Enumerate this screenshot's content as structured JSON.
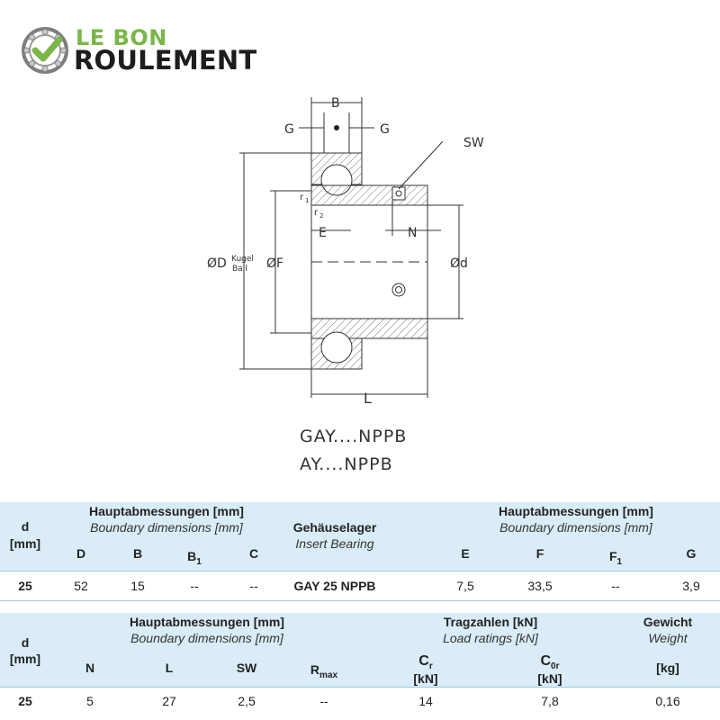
{
  "brand": {
    "line1": "LE BON",
    "line2": "ROULEMENT",
    "icon": "bearing-check-icon",
    "color_green": "#7ab648",
    "color_dark": "#1d1d1b"
  },
  "drawing": {
    "labels": {
      "B": "B",
      "G_left": "G",
      "G_right": "G",
      "SW": "SW",
      "r1": "r",
      "r1_sub": "1",
      "r2": "r",
      "r2_sub": "2",
      "E": "E",
      "N": "N",
      "D": "ØD",
      "kugel": "Kugel",
      "ball": "Ball",
      "F": "ØF",
      "d": "Ød",
      "L": "L"
    },
    "model_line1": "GAY....NPPB",
    "model_line2": "AY....NPPB"
  },
  "table1": {
    "d_label": "d",
    "d_unit": "[mm]",
    "group_left_de": "Hauptabmessungen [mm]",
    "group_left_en": "Boundary dimensions [mm]",
    "insert_de": "Gehäuselager",
    "insert_en": "Insert Bearing",
    "group_right_de": "Hauptabmessungen [mm]",
    "group_right_en": "Boundary dimensions [mm]",
    "cols_left": [
      "D",
      "B",
      "B",
      "C"
    ],
    "b1_sub": "1",
    "cols_right": [
      "E",
      "F",
      "F",
      "G"
    ],
    "f1_sub": "1",
    "row": {
      "d": "25",
      "D": "52",
      "B": "15",
      "B1": "--",
      "C": "--",
      "insert": "GAY 25 NPPB",
      "E": "7,5",
      "F": "33,5",
      "F1": "--",
      "G": "3,9"
    }
  },
  "table2": {
    "d_label": "d",
    "d_unit": "[mm]",
    "group_left_de": "Hauptabmessungen [mm]",
    "group_left_en": "Boundary dimensions [mm]",
    "load_de": "Tragzahlen [kN]",
    "load_en": "Load ratings [kN]",
    "weight_de": "Gewicht",
    "weight_en": "Weight",
    "cols": {
      "N": "N",
      "L": "L",
      "SW": "SW",
      "Rmax": "R",
      "Rmax_sub": "max",
      "Cr": "C",
      "Cr_sub": "r",
      "Cr_unit": "[kN]",
      "C0r": "C",
      "C0r_sub": "0r",
      "C0r_unit": "[kN]",
      "kg": "[kg]"
    },
    "row": {
      "d": "25",
      "N": "5",
      "L": "27",
      "SW": "2,5",
      "Rmax": "--",
      "Cr": "14",
      "C0r": "7,8",
      "kg": "0,16"
    }
  }
}
